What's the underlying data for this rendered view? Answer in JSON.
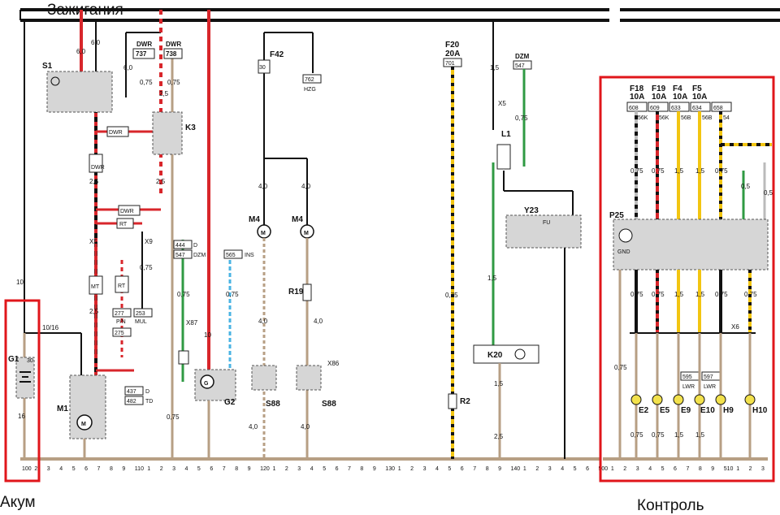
{
  "title": "Зажигания",
  "callouts": {
    "left": "Акум",
    "right": "Контроль"
  },
  "components": {
    "S1": "S1",
    "K3": "K3",
    "M1": "M1",
    "G1": "G1",
    "G2": "G2",
    "M4a": "M4",
    "M4b": "M4",
    "R19": "R19",
    "S88a": "S88",
    "S88b": "S88",
    "R2": "R2",
    "Y23": "Y23",
    "K20": "K20",
    "L1": "L1",
    "P25": "P25",
    "FU": "FU",
    "GND": "GND"
  },
  "fuses": [
    {
      "id": "F42",
      "val": "30"
    },
    {
      "id": "F20",
      "val": "20A"
    },
    {
      "id": "F18",
      "val": "10A"
    },
    {
      "id": "F19",
      "val": "10A"
    },
    {
      "id": "F4",
      "val": "10A"
    },
    {
      "id": "F5",
      "val": "10A"
    }
  ],
  "refs": {
    "dwr737": "DWR",
    "n737": "737",
    "dwr738": "DWR",
    "n738": "738",
    "n762": "762",
    "hzg": "HZG",
    "n701": "701",
    "dzm547": "DZM",
    "n547": "547",
    "n444": "444",
    "n547b": "547",
    "d": "D",
    "dzm": "DZM",
    "n565": "565",
    "ins": "INS",
    "n277": "277",
    "pn": "P/N",
    "n253": "253",
    "mul": "MUL",
    "n275": "275",
    "n437": "437",
    "n482": "482",
    "d2": "D",
    "td": "TD",
    "n608": "608",
    "n609": "609",
    "n633": "633",
    "n634": "634",
    "n658": "658",
    "n595": "595",
    "n597": "597",
    "lwr1": "LWR",
    "lwr2": "LWR",
    "s56k1": "56K",
    "s56k2": "56K",
    "s56b1": "56B",
    "s56b2": "56B",
    "s54": "54"
  },
  "wire_tags": {
    "dwr": "DWR",
    "rt": "RT",
    "mt": "MT"
  },
  "wire_values": {
    "v60a": "6,0",
    "v60b": "6,0",
    "v60c": "6,0",
    "v075a": "0,75",
    "v075b": "0,75",
    "v25a": "2,5",
    "v25b": "2,5",
    "v25c": "2,5",
    "v25d": "2,5",
    "v30": "30",
    "v10": "10",
    "v1016": "10/16",
    "v16": "16",
    "v40a": "4,0",
    "v40b": "4,0",
    "v40c": "4,0",
    "v40d": "4,0",
    "v40e": "4,0",
    "v075c": "0,75",
    "v075d": "0,75",
    "v075e": "0,75",
    "v10b": "10",
    "v075f": "0,75",
    "v15a": "1,5",
    "v15b": "1,5",
    "v15c": "1,5",
    "v25e": "2,5",
    "v075g": "0,75",
    "v075h": "0,75",
    "v15d": "1,5",
    "v15e": "1,5",
    "v075i": "0,75",
    "v05a": "0,5",
    "v05b": "0,5",
    "v075j": "0,75",
    "v075k": "0,75",
    "v15f": "1,5",
    "v15g": "1,5",
    "v075l": "0,75",
    "v075m": "0,75",
    "v075n": "0,75",
    "v075o": "0,75",
    "v15h": "1,5",
    "v15i": "1,5",
    "v075p": "0,75",
    "v075q": "0,75",
    "v075r": "0,75",
    "v40f": "4,0"
  },
  "connectors": {
    "x5": "X5",
    "x9": "X9",
    "x87": "X87",
    "x86": "X86",
    "x6": "X6"
  },
  "bulbs": [
    "E2",
    "E5",
    "E9",
    "E10",
    "H9",
    "H10"
  ],
  "bottom_ruler": [
    "100",
    "2",
    "3",
    "4",
    "5",
    "6",
    "7",
    "8",
    "9",
    "110",
    "1",
    "2",
    "3",
    "4",
    "5",
    "6",
    "7",
    "8",
    "9",
    "120",
    "1",
    "2",
    "3",
    "4",
    "5",
    "6",
    "7",
    "8",
    "9",
    "130",
    "1",
    "2",
    "3",
    "4",
    "5",
    "6",
    "7",
    "8",
    "9",
    "140",
    "1",
    "2",
    "3",
    "4",
    "5",
    "6",
    "500",
    "1",
    "2",
    "3",
    "4",
    "5",
    "6",
    "7",
    "8",
    "9",
    "510",
    "1",
    "2",
    "3"
  ],
  "colors": {
    "red": "#d8262b",
    "black": "#111111",
    "green": "#2f9a43",
    "yellow": "#f2c511",
    "brown": "#b79f84",
    "blue": "#49b3e3",
    "white": "#f2f2f2",
    "highlight": "#e0161b"
  }
}
